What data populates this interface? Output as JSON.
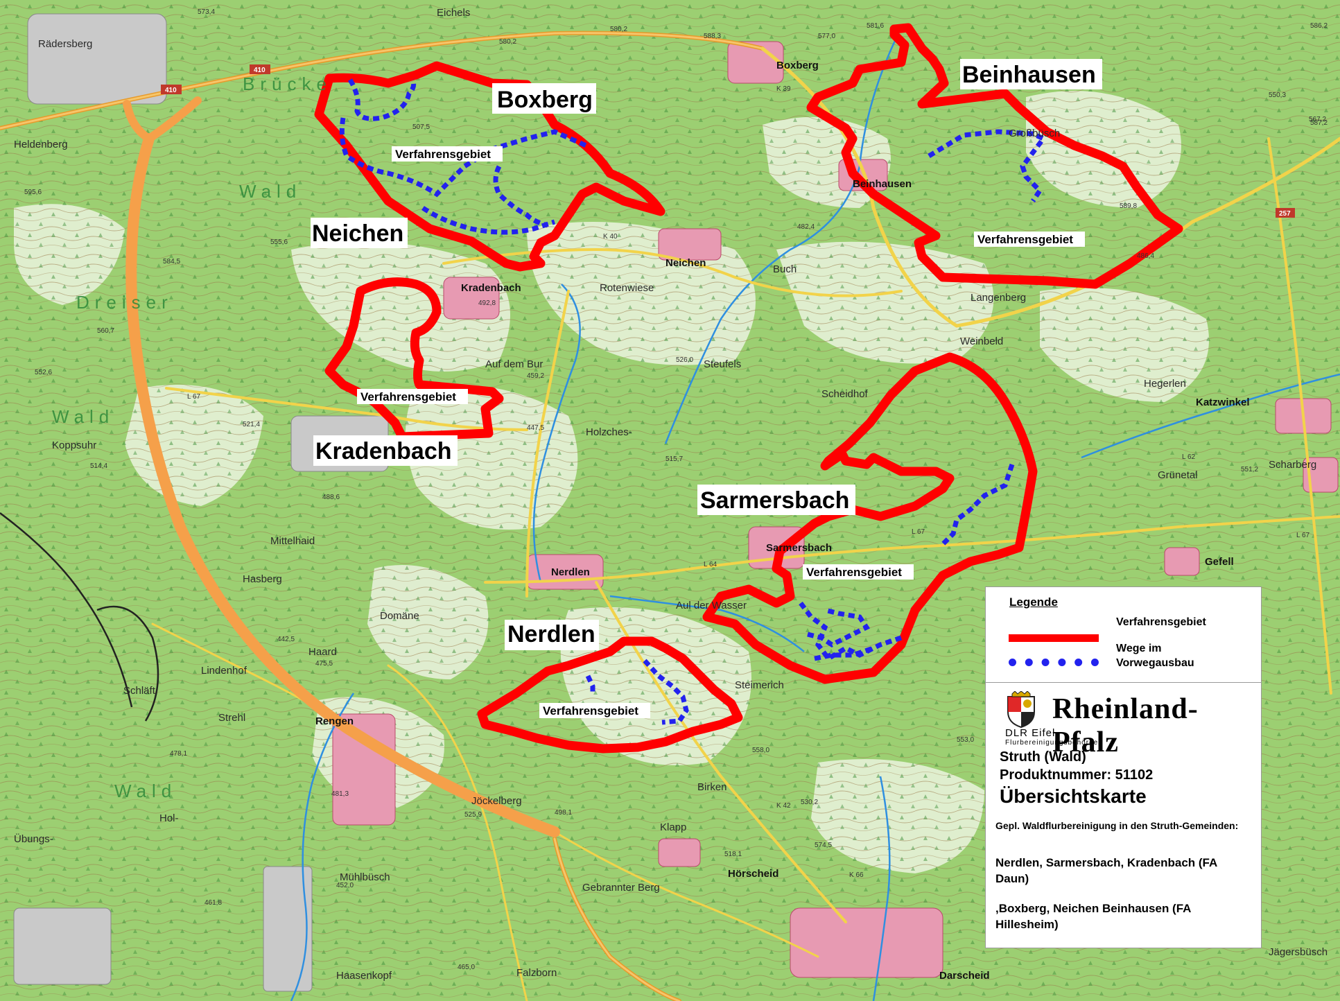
{
  "places": {
    "boxberg": "Boxberg",
    "beinhausen": "Beinhausen",
    "neichen": "Neichen",
    "kradenbach": "Kradenbach",
    "sarmersbach": "Sarmersbach",
    "nerdlen": "Nerdlen"
  },
  "areas": {
    "area_label": "Verfahrensgebiet"
  },
  "base_map": {
    "towns": [
      "Rädersberg",
      "Boxberg",
      "Beinhausen",
      "Neichen",
      "Kradenbach",
      "Sarmersbach",
      "Nerdlen",
      "Rengen",
      "Hörscheid",
      "Darscheid",
      "Gefell",
      "Katzwinkel",
      "Scharberg",
      "Jägersbüsch"
    ],
    "terrain": [
      "Brücke",
      "Wald",
      "Dreiser",
      "Wald",
      "Mittelhaid",
      "Hasberg",
      "Strehl",
      "Wald",
      "Hol-",
      "Übungs-",
      "Langenberg",
      "Weinbeld",
      "Steufels",
      "Scheidhof",
      "Hegerlen",
      "Grünetal",
      "Großbüsch",
      "Heldenberg",
      "Eichels",
      "Buch",
      "Holzches-",
      "Steimerich",
      "Schläft",
      "Lindenhof",
      "Domäne",
      "Jöckelberg",
      "Birken",
      "Klapp",
      "Mühlbüsch",
      "Falzborn",
      "Haasenkopf",
      "Gebrannter Berg",
      "Koppsuhr",
      "Rotenwiese",
      "Auf dem Bur",
      "Aul der Wasser",
      "Haard"
    ],
    "roads": [
      "410",
      "410",
      "K 39",
      "K 40",
      "K 66",
      "L 67",
      "L 67",
      "L 67",
      "257",
      "L 62",
      "L 64",
      "K 42"
    ],
    "spot_heights": [
      "573,4",
      "580,2",
      "588,3",
      "577,0",
      "581,6",
      "586,2",
      "595,6",
      "555,6",
      "584,5",
      "560,7",
      "552,6",
      "514,4",
      "488,6",
      "442,5",
      "475,5",
      "478,1",
      "481,3",
      "498,1",
      "525,9",
      "452,0",
      "461,8",
      "465,0",
      "530,2",
      "574,5",
      "518,1",
      "553,0",
      "558,0",
      "587,2",
      "550,3",
      "567,2",
      "482,4",
      "492,8",
      "459,2",
      "447,5",
      "515,7",
      "521,4",
      "580,2",
      "551,2",
      "507,5",
      "486,4",
      "589,8",
      "526,0"
    ]
  },
  "legend": {
    "title": "Legende",
    "area_label": "Verfahrensgebiet",
    "roads_label": "Wege im Vorwegausbau",
    "colors": {
      "area": "#ff0000",
      "roads": "#2222ee",
      "motorway": "#f5a04a"
    }
  },
  "info": {
    "state": "Rheinland-Pfalz",
    "agency": "DLR Eifel",
    "agency_sub": "Flurbereinigungsbehörde",
    "project": "Struth (Wald)",
    "product": "Produktnummer:  51102",
    "map_type": "Übersichtskarte",
    "description": "Gepl. Waldflurbereinigung in den Struth-Gemeinden:",
    "communes_daun": "Nerdlen, Sarmersbach, Kradenbach (FA Daun)",
    "communes_hillesheim": ",Boxberg, Neichen Beinhausen (FA Hillesheim)"
  }
}
